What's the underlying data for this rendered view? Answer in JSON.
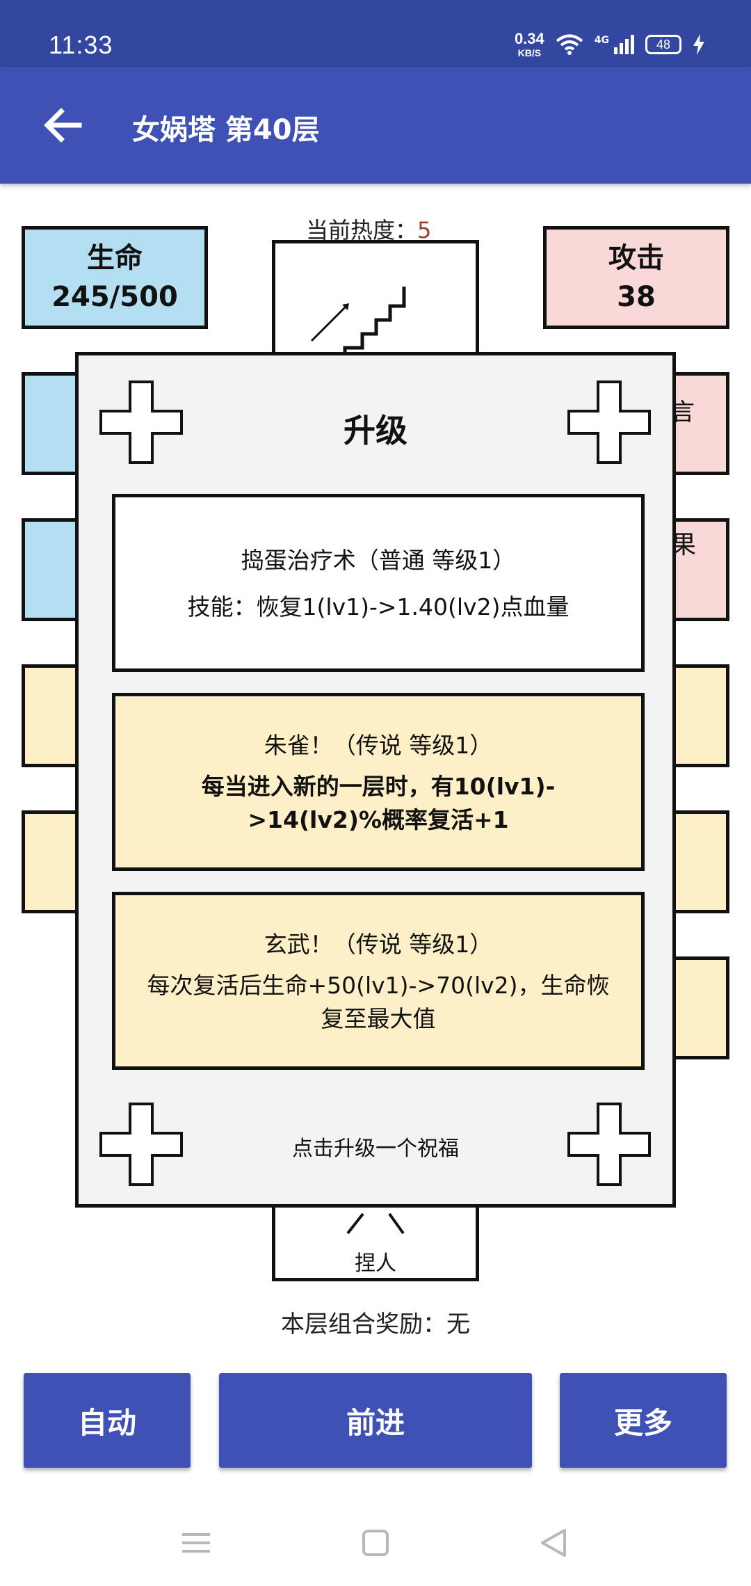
{
  "status_bar": {
    "time": "11:33",
    "net_speed": "0.34",
    "net_unit": "KB/S",
    "network_type": "4G",
    "battery": "48"
  },
  "app_bar": {
    "title": "女娲塔 第40层",
    "back_icon": "arrow-left-icon"
  },
  "heat": {
    "label": "当前热度：",
    "value": "5",
    "value_color": "#a0402c"
  },
  "stats": {
    "hp_label": "生命",
    "hp_value": "245/500",
    "atk_label": "攻击",
    "atk_value": "38",
    "right_partial_1": "言",
    "right_partial_2": "果"
  },
  "rooms": {
    "bottom_room_label": "捏人"
  },
  "dialog": {
    "title": "升级",
    "hint": "点击升级一个祝福",
    "cards": [
      {
        "name": "捣蛋治疗术（普通 等级1）",
        "desc": "技能：恢复1(lv1)->1.40(lv2)点血量",
        "rarity": "普通"
      },
      {
        "name": "朱雀！（传说 等级1）",
        "desc": "每当进入新的一层时，有10(lv1)->14(lv2)%概率复活+1",
        "rarity": "传说"
      },
      {
        "name": "玄武！（传说 等级1）",
        "desc": "每次复活后生命+50(lv1)->70(lv2)，生命恢复至最大值",
        "rarity": "传说"
      }
    ]
  },
  "combo_reward": "本层组合奖励：无",
  "buttons": {
    "auto": "自动",
    "forward": "前进",
    "more": "更多"
  },
  "nav_bar": {
    "icons": [
      "menu-icon",
      "home-icon",
      "back-triangle-icon"
    ]
  },
  "colors": {
    "status_bar": "#3347a0",
    "app_bar": "#3f51b5",
    "hp_tile": "#b4dff2",
    "atk_tile": "#f9d8d8",
    "legend_card": "#fdf0c8",
    "dialog_bg": "#f3f3f3"
  }
}
